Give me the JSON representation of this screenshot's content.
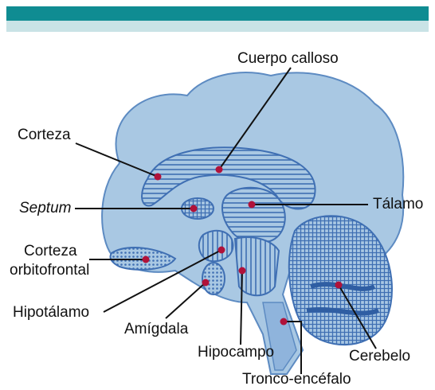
{
  "colors": {
    "band_dark": "#0f8c92",
    "band_light": "#c9e3e6",
    "brain_fill": "#a9c8e3",
    "structure_fill": "#3f6fb3",
    "marker": "#b0123a"
  },
  "labels": {
    "cuerpo_calloso": "Cuerpo calloso",
    "corteza": "Corteza",
    "septum": "Septum",
    "talamo": "Tálamo",
    "corteza_orbitofrontal_1": "Corteza",
    "corteza_orbitofrontal_2": "orbitofrontal",
    "hipotalamo": "Hipotálamo",
    "amigdala": "Amígdala",
    "hipocampo": "Hipocampo",
    "cerebelo": "Cerebelo",
    "tronco_encefalo": "Tronco-encéfalo"
  }
}
